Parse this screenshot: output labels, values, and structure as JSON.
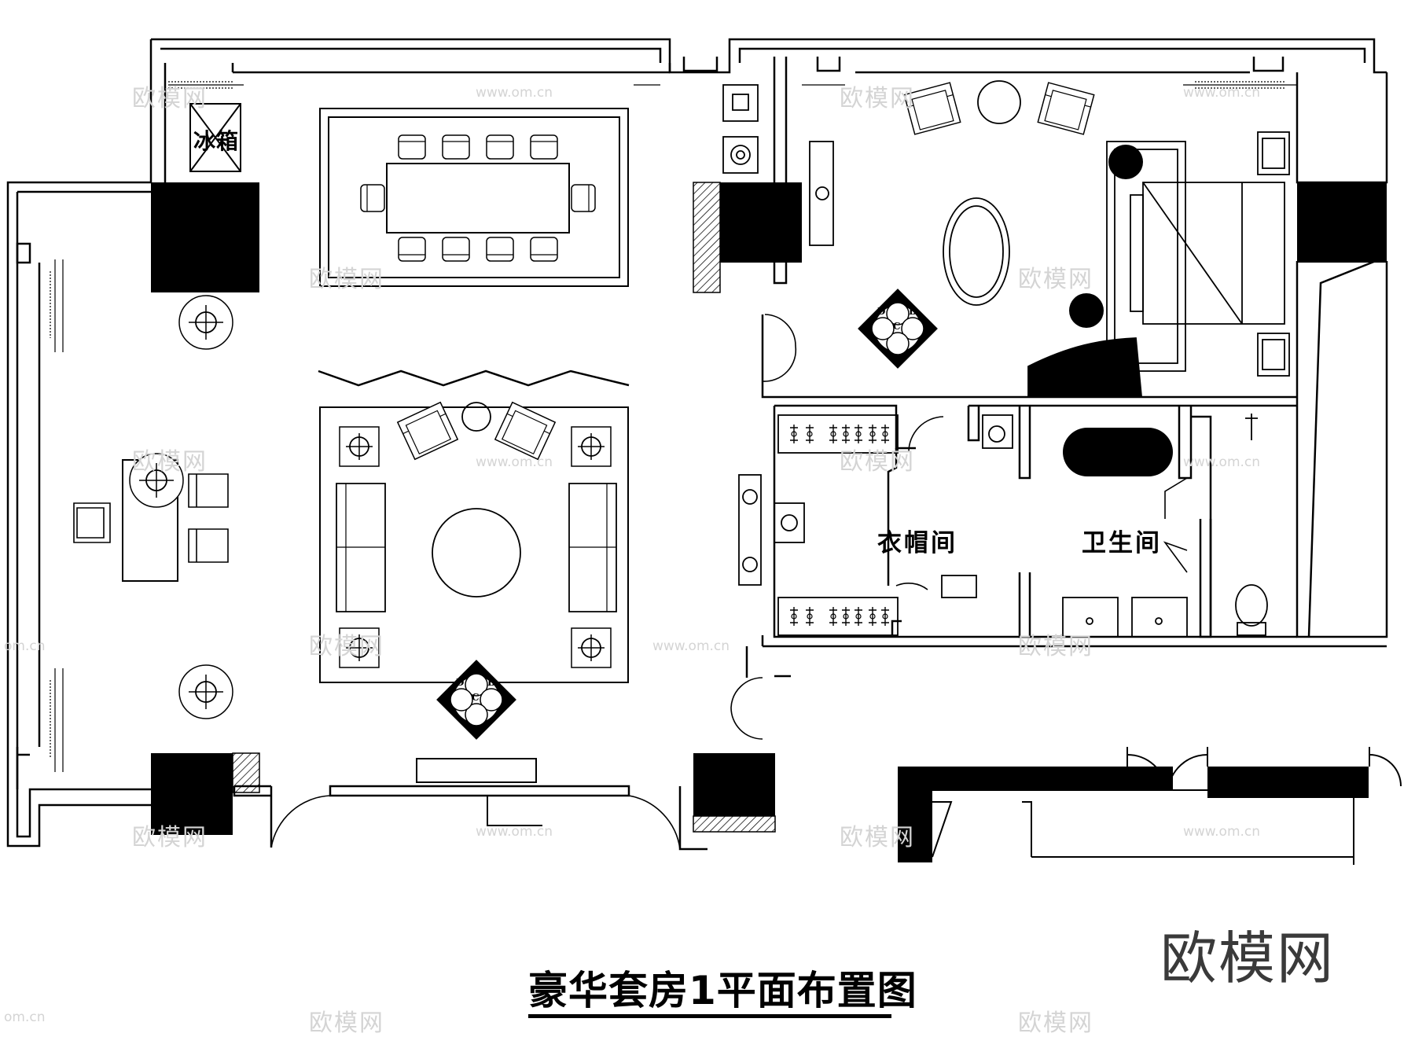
{
  "drawing": {
    "title": "豪华套房1平面布置图",
    "brand": "欧模网",
    "watermark_text": "欧模网",
    "watermark_url": "www.om.cn",
    "watermark_domain_fragment": "om.cn"
  },
  "rooms": {
    "cloakroom": "衣帽间",
    "bathroom": "卫生间",
    "fridge": "冰箱"
  },
  "elevation_markers": {
    "living_room": {
      "top": "A",
      "right": "B",
      "bottom": "C",
      "left": "D"
    },
    "bedroom": {
      "top": "A",
      "right": "B",
      "bottom": "C",
      "left": "D"
    }
  },
  "colors": {
    "line": "#000000",
    "fill_solid": "#000000",
    "background": "#ffffff",
    "watermark": "#d4d4d4",
    "brand_text": "#3a3a3a"
  }
}
